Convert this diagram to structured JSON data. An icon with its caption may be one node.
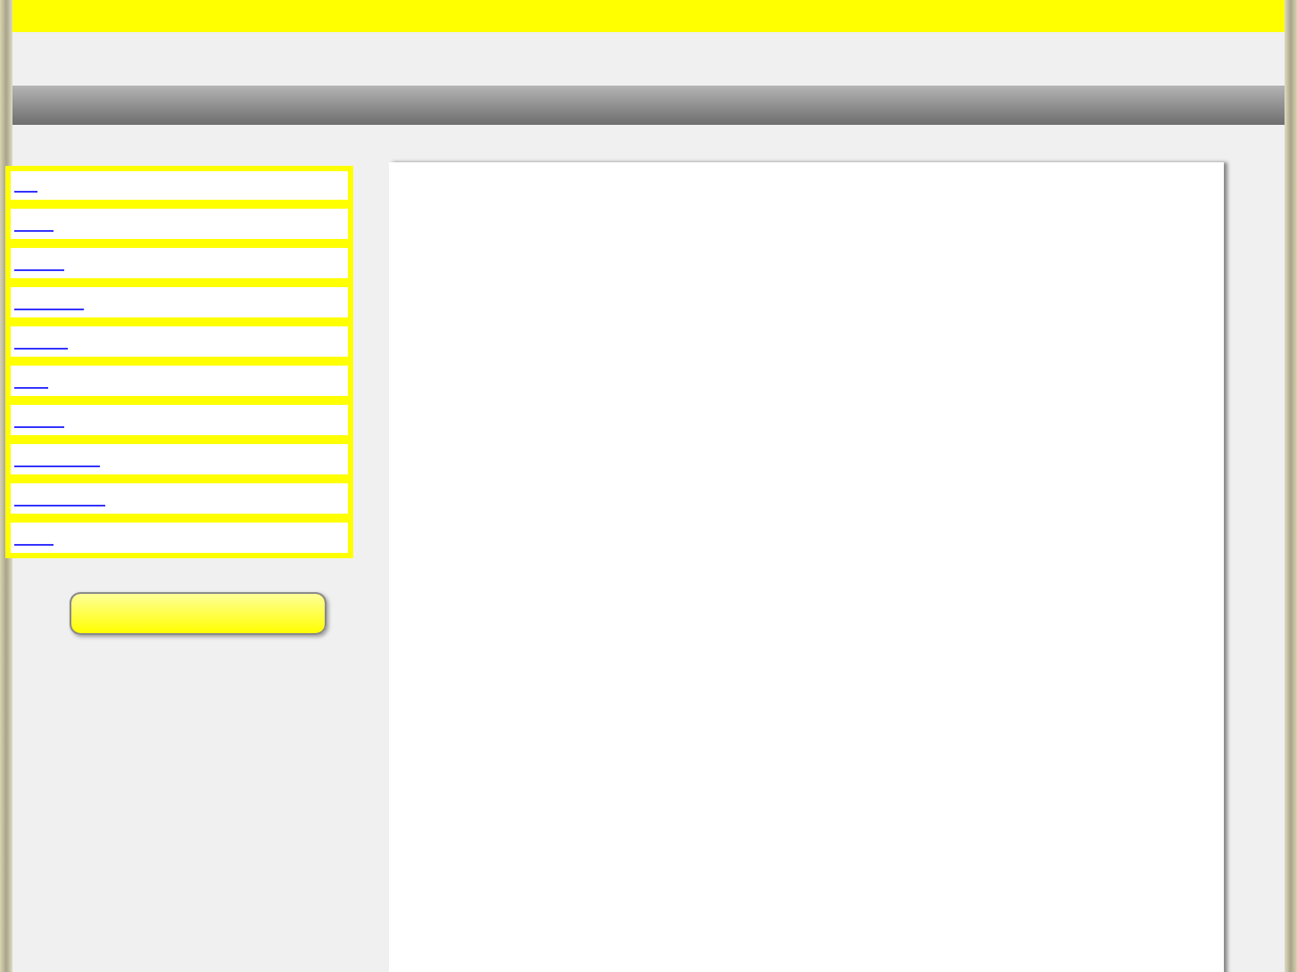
{
  "diagram": {
    "nodes": [
      {
        "text": [],
        "shape": "box"
      },
      {
        "text": [],
        "shape": "box"
      },
      {
        "text": [],
        "shape": "box"
      },
      {
        "text": [],
        "shape": "box"
      },
      {
        "text": [],
        "shape": "box"
      },
      {
        "text": [],
        "shape": "box"
      },
      {
        "text": [],
        "shape": "box"
      },
      {
        "text": [],
        "shape": "box"
      },
      {
        "text": [],
        "shape": "box"
      },
      {
        "text": [],
        "shape": "box"
      },
      {
        "text": [],
        "shape": "bar"
      },
      {
        "text": [],
        "shape": "box"
      },
      {
        "text": [],
        "shape": "bar"
      },
      {
        "text": [],
        "shape": "bar"
      }
    ]
  }
}
